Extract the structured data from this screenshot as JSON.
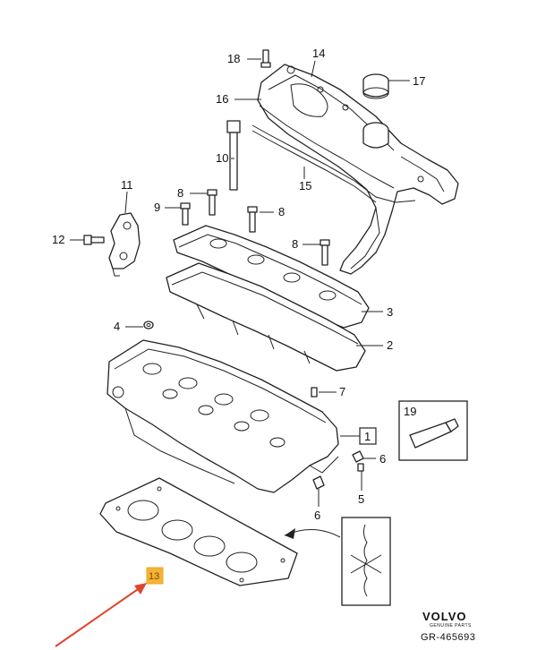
{
  "callouts": {
    "c1": "1",
    "c2": "2",
    "c3": "3",
    "c4": "4",
    "c5": "5",
    "c6a": "6",
    "c6b": "6",
    "c7": "7",
    "c8a": "8",
    "c8b": "8",
    "c8c": "8",
    "c9": "9",
    "c10": "10",
    "c11": "11",
    "c12": "12",
    "c13": "13",
    "c14": "14",
    "c15": "15",
    "c16": "16",
    "c17": "17",
    "c18": "18",
    "c19": "19"
  },
  "brand": {
    "name": "VOLVO",
    "tagline": "GENUINE PARTS"
  },
  "reference": "GR-465693",
  "colors": {
    "highlight": "#f5b335",
    "arrow": "#e0442c",
    "line": "#222222"
  },
  "icons": {
    "highlight_arrow": "arrow-icon",
    "detail_arrow": "curved-arrow-icon"
  }
}
